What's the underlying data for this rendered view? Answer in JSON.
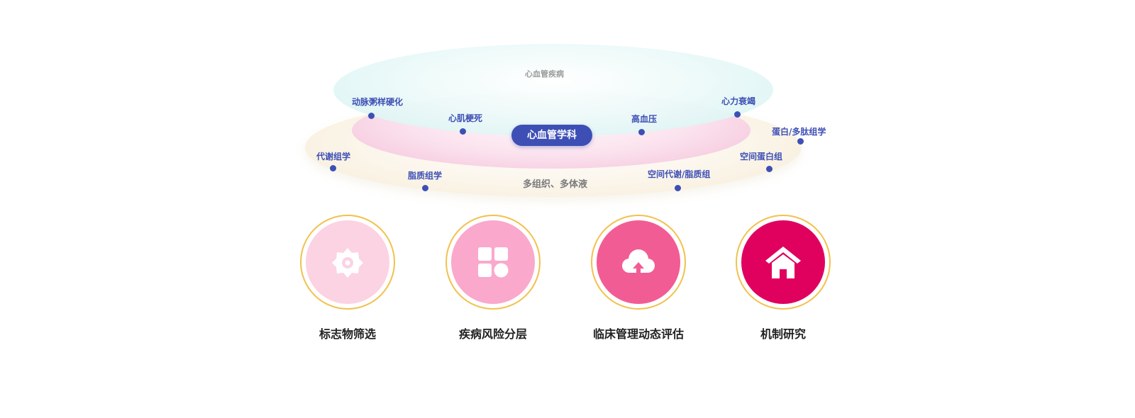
{
  "diagram": {
    "layers": {
      "top": "心血管疾病",
      "center": "心血管学科",
      "bottom": "多组织、多体液"
    },
    "nodes": {
      "atherosclerosis": "动脉粥样硬化",
      "myocardial_infarction": "心肌梗死",
      "hypertension": "高血压",
      "heart_failure": "心力衰竭",
      "proteomics": "蛋白/多肽组学",
      "metabolomics": "代谢组学",
      "spatial_proteome": "空间蛋白组",
      "lipidomics": "脂质组学",
      "spatial_metabolome": "空间代谢/脂质组"
    },
    "colors": {
      "accent": "#3d4fb5",
      "ring": "#f2c14e",
      "top_disc": "#d3f2f1",
      "middle_disc": "#f3bfd8",
      "bottom_disc": "#f6edd6"
    }
  },
  "applications": [
    {
      "label": "标志物筛选",
      "icon": "gear-icon",
      "color": "#fcd3e3"
    },
    {
      "label": "疾病风险分层",
      "icon": "widgets-icon",
      "color": "#faa8cc"
    },
    {
      "label": "临床管理动态评估",
      "icon": "cloud-upload-icon",
      "color": "#f25c94"
    },
    {
      "label": "机制研究",
      "icon": "home-icon",
      "color": "#e0005e"
    }
  ]
}
